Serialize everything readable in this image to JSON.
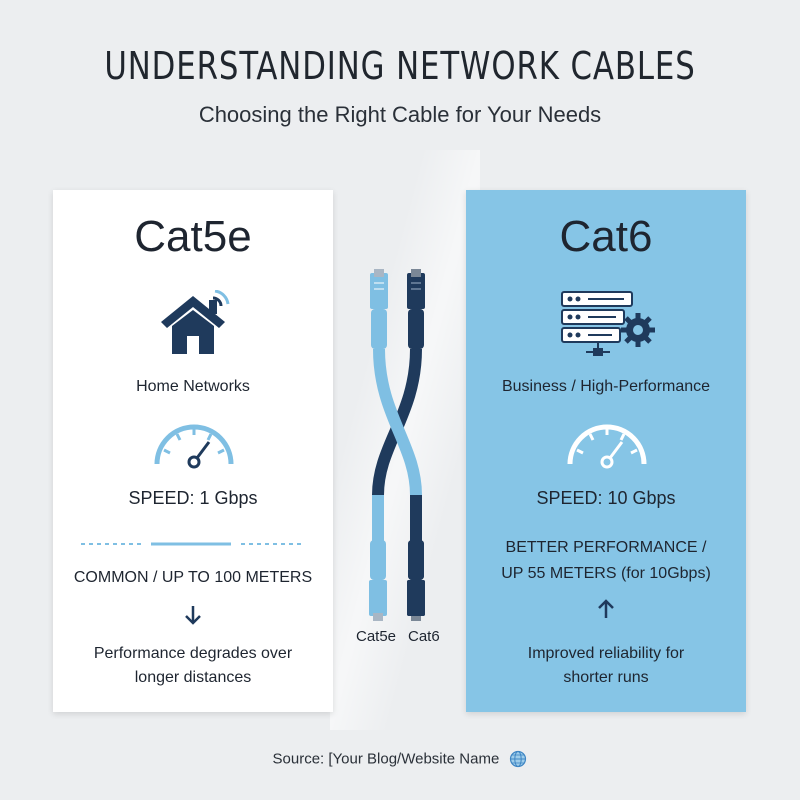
{
  "header": {
    "title": "UNDERSTANDING NETWORK CABLES",
    "subtitle": "Choosing the Right Cable for Your Needs"
  },
  "cat5e": {
    "heading": "Cat5e",
    "use_case": "Home Networks",
    "speed": "SPEED: 1 Gbps",
    "distance": "COMMON / UP TO 100 METERS",
    "note_line1": "Performance degrades over",
    "note_line2": "longer distances",
    "icons": [
      "home-wifi-icon",
      "speedometer-icon",
      "arrow-down-icon"
    ]
  },
  "cat6": {
    "heading": "Cat6",
    "use_case": "Business / High-Performance",
    "speed": "SPEED: 10 Gbps",
    "distance_line1": "BETTER PERFORMANCE /",
    "distance_line2": "UP 55 METERS (for 10Gbps)",
    "note_line1": "Improved reliability for",
    "note_line2": "shorter runs",
    "icons": [
      "server-gear-icon",
      "speedometer-icon",
      "arrow-up-icon"
    ]
  },
  "cables": {
    "left_label": "Cat5e",
    "right_label": "Cat6"
  },
  "footer": {
    "source": "Source: [Your Blog/Website Name",
    "icon": "globe-icon"
  },
  "colors": {
    "light_blue": "#86c5e6",
    "cable_light": "#7fbfe3",
    "navy": "#1f3a5c",
    "panel_white": "#ffffff"
  }
}
